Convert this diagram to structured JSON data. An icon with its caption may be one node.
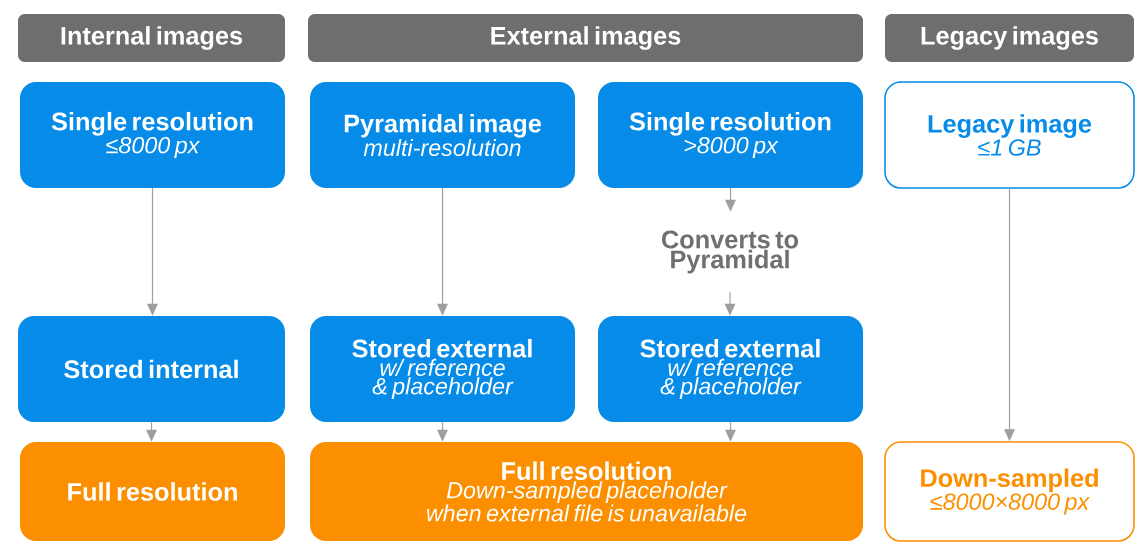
{
  "diagram": {
    "nodes": [
      {
        "text": [
          "Internal images"
        ]
      },
      {
        "text": [
          "External images"
        ]
      },
      {
        "text": [
          "Legacy images"
        ]
      },
      {
        "text": [
          "Single resolution",
          "≤8000 px"
        ]
      },
      {
        "text": [
          "Pyramidal image",
          "multi-resolution"
        ]
      },
      {
        "text": [
          "Single resolution",
          ">8000 px"
        ]
      },
      {
        "text": [
          "Legacy image",
          "≤1 GB"
        ]
      },
      {
        "text": [
          "Converts to Pyramidal"
        ]
      },
      {
        "text": [
          "Stored internal"
        ]
      },
      {
        "text": [
          "Stored external",
          "w/ reference & placeholder"
        ]
      },
      {
        "text": [
          "Stored external",
          "w/ reference & placeholder"
        ]
      },
      {
        "text": [
          "Full resolution"
        ]
      },
      {
        "text": [
          "Full resolution",
          "Down-sampled placeholder when external file is unavailable"
        ]
      },
      {
        "text": [
          "Down-sampled",
          "≤8000×8000 px"
        ]
      }
    ],
    "edges": [
      {
        "from": 3,
        "to": 8,
        "arrow": "to"
      },
      {
        "from": 8,
        "to": 11,
        "arrow": "to"
      },
      {
        "from": 4,
        "to": 9,
        "arrow": "to"
      },
      {
        "from": 5,
        "to": 7,
        "arrow": "to"
      },
      {
        "from": 7,
        "to": 10,
        "arrow": "to"
      },
      {
        "from": 9,
        "to": 12,
        "arrow": "to"
      },
      {
        "from": 10,
        "to": 12,
        "arrow": "to"
      },
      {
        "from": 6,
        "to": 13,
        "arrow": "to"
      }
    ]
  }
}
